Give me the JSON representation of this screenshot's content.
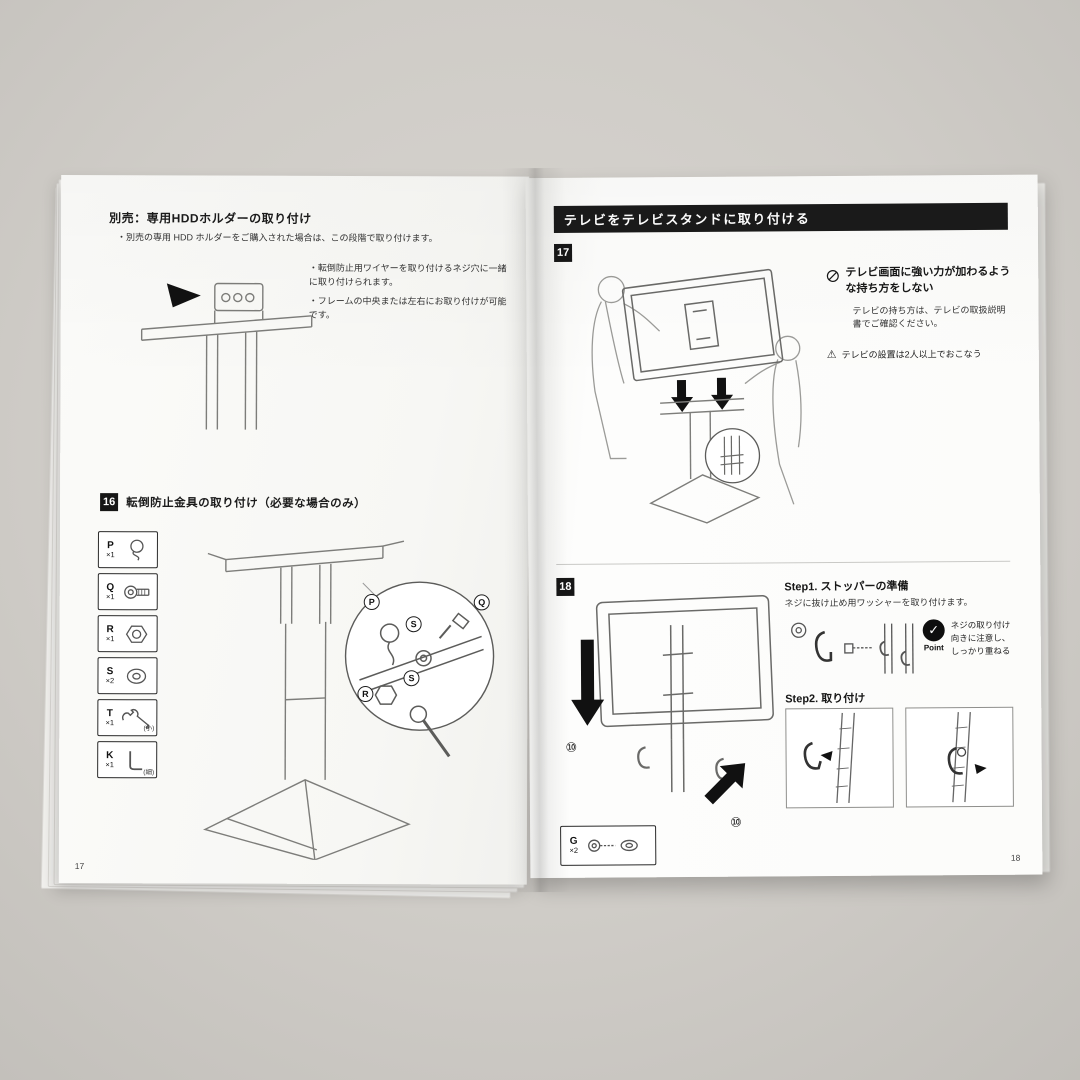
{
  "left_page": {
    "page_number": "17",
    "hdd_section": {
      "title": "別売：専用HDDホルダーの取り付け",
      "note": "・別売の専用 HDD ホルダーをご購入された場合は、この段階で取り付けます。"
    },
    "notes": [
      "・転倒防止用ワイヤーを取り付けるネジ穴に一緒に取り付けられます。",
      "・フレームの中央または左右にお取り付けが可能です。"
    ],
    "step16": {
      "number": "16",
      "title": "転倒防止金具の取り付け（必要な場合のみ）"
    },
    "parts": [
      {
        "label": "P",
        "qty": "×1",
        "icon": "wire-loop-icon"
      },
      {
        "label": "Q",
        "qty": "×1",
        "icon": "bolt-icon"
      },
      {
        "label": "R",
        "qty": "×1",
        "icon": "nut-icon"
      },
      {
        "label": "S",
        "qty": "×2",
        "icon": "washer-icon"
      },
      {
        "label": "T",
        "qty": "×1",
        "icon": "wrench-icon",
        "note": "(小)"
      },
      {
        "label": "K",
        "qty": "×1",
        "icon": "hex-key-icon",
        "note": "(細)"
      }
    ],
    "callouts": [
      "P",
      "S",
      "Q",
      "R",
      "S"
    ]
  },
  "right_page": {
    "page_number": "18",
    "banner": "テレビをテレビスタンドに取り付ける",
    "step17": {
      "number": "17",
      "prohibition_title": "テレビ画面に強い力が加わるような持ち方をしない",
      "prohibition_text": "テレビの持ち方は、テレビの取扱説明書でご確認ください。",
      "caution": "テレビの設置は2人以上でおこなう"
    },
    "step18": {
      "number": "18",
      "step1_title": "Step1. ストッパーの準備",
      "step1_text": "ネジに抜け止め用ワッシャーを取り付けます。",
      "point_label": "Point",
      "point_text": "ネジの取り付け向きに注意し、しっかり重ねる",
      "step2_title": "Step2. 取り付け",
      "parts_g": {
        "label": "G",
        "qty": "×2"
      },
      "circled_10": "⑩"
    }
  }
}
